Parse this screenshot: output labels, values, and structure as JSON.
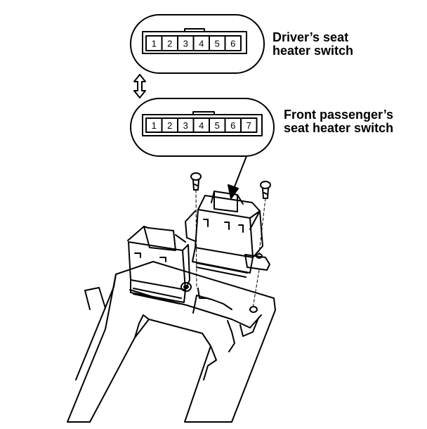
{
  "labels": {
    "driver_line1": "Driver’s seat",
    "driver_line2": "heater switch",
    "passenger_line1": "Front passenger’s",
    "passenger_line2": "seat heater switch"
  },
  "connectors": {
    "driver_pins": [
      "1",
      "2",
      "3",
      "4",
      "5",
      "6"
    ],
    "passenger_pins": [
      "1",
      "2",
      "3",
      "4",
      "5",
      "6",
      "7"
    ]
  }
}
